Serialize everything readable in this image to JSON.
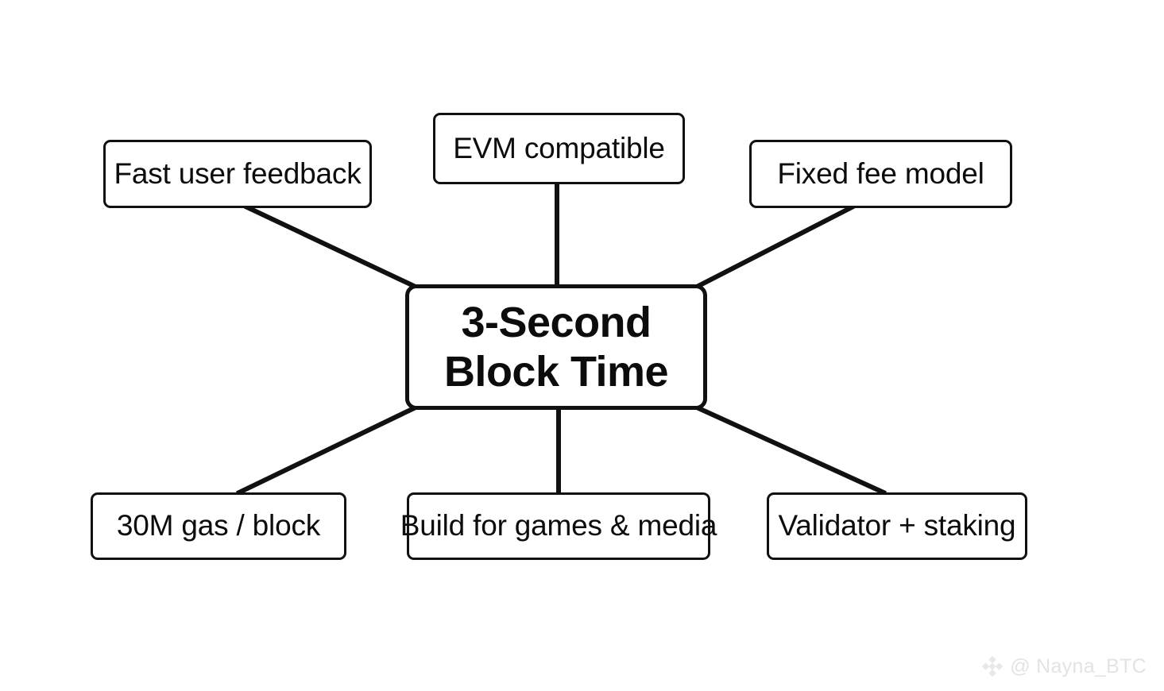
{
  "diagram": {
    "type": "mind-map",
    "background_color": "#ffffff",
    "line_color": "#111111",
    "text_color": "#0c0c0c",
    "center": {
      "id": "center",
      "label": "3-Second\nBlock Time",
      "line1": "3-Second",
      "line2": "Block Time",
      "font_weight": "bold"
    },
    "branches": [
      {
        "id": "fast-user-feedback",
        "label": "Fast user feedback",
        "position": "top-left"
      },
      {
        "id": "evm-compatible",
        "label": "EVM compatible",
        "position": "top-center"
      },
      {
        "id": "fixed-fee-model",
        "label": "Fixed fee model",
        "position": "top-right"
      },
      {
        "id": "30m-gas-block",
        "label": "30M gas / block",
        "position": "bottom-left"
      },
      {
        "id": "games-media",
        "label": "Build for games & media",
        "position": "bottom-center"
      },
      {
        "id": "validator-staking",
        "label": "Validator + staking",
        "position": "bottom-right"
      }
    ],
    "connectors": [
      {
        "from": "fast-user-feedback",
        "to": "center",
        "style": "diagonal"
      },
      {
        "from": "evm-compatible",
        "to": "center",
        "style": "vertical"
      },
      {
        "from": "fixed-fee-model",
        "to": "center",
        "style": "diagonal"
      },
      {
        "from": "center",
        "to": "30m-gas-block",
        "style": "diagonal"
      },
      {
        "from": "center",
        "to": "games-media",
        "style": "vertical"
      },
      {
        "from": "center",
        "to": "validator-staking",
        "style": "diagonal"
      }
    ]
  },
  "watermark": {
    "icon": "diamond-logo-icon",
    "text": "@ Nayna_BTC",
    "color": "#e3e3e3"
  }
}
